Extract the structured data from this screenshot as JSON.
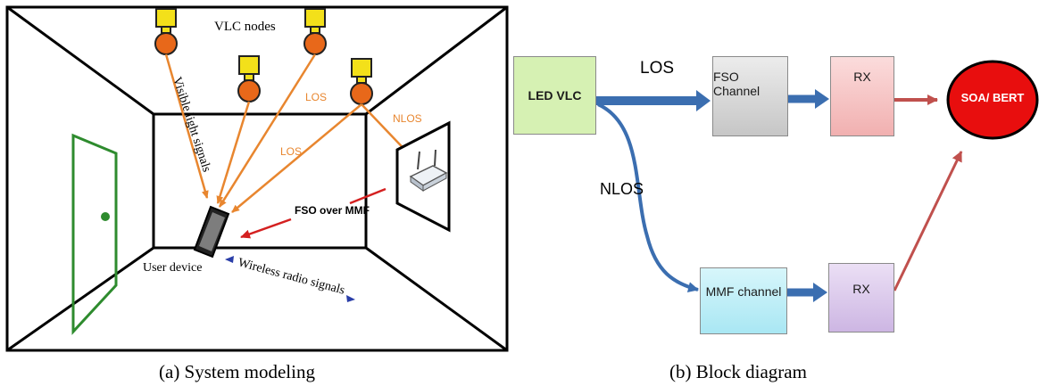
{
  "panel_a": {
    "caption": "(a) System modeling",
    "vlc_nodes_label": "VLC nodes",
    "visible_light_label": "Visible light signals",
    "los_label_1": "LOS",
    "los_label_2": "LOS",
    "nlos_label": "NLOS",
    "fso_mmf_label": "FSO over MMF",
    "user_device_label": "User device",
    "wireless_label": "Wireless radio signals"
  },
  "panel_b": {
    "caption": "(b)  Block diagram",
    "led_vlc": "LED VLC",
    "los": "LOS",
    "nlos": "NLOS",
    "fso_channel": "FSO Channel",
    "mmf_channel": "MMF channel",
    "rx_top": "RX",
    "rx_bottom": "RX",
    "soa_bert": "SOA/ BERT"
  },
  "colors": {
    "node_yellow": "#f3e01a",
    "node_orange": "#e8681a",
    "signal_orange": "#e8862f",
    "wall_green": "#2e8b2e",
    "arrow_red": "#d42020",
    "arrow_blue": "#3b6eb0",
    "led_green": "#d6f1b3",
    "fso_gray": "#d3d3d3",
    "rx_pink": "#f6c2c2",
    "mmf_cyan": "#bdeef7",
    "rx_purple": "#d9c6ea",
    "soa_red": "#e80e0e"
  }
}
